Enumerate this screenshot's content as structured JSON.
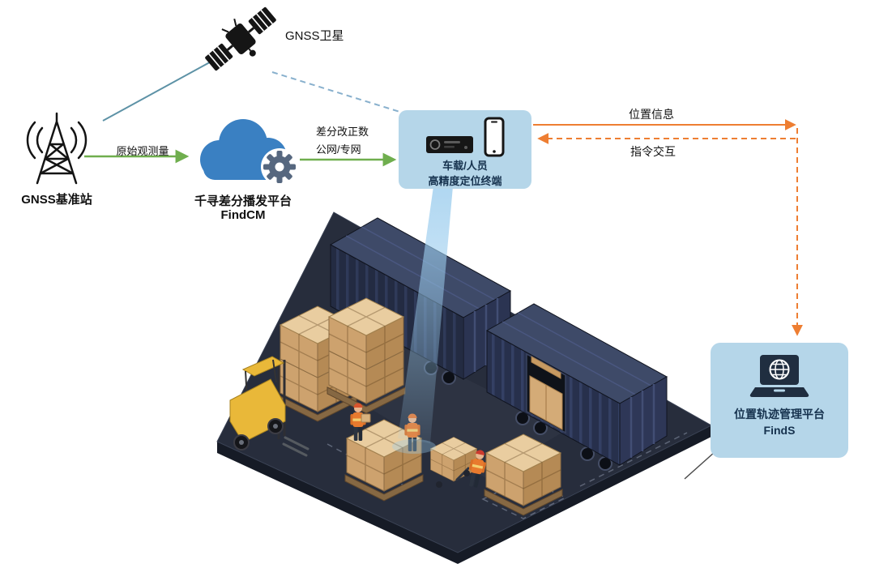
{
  "nodes": {
    "satellite": {
      "label": "GNSS卫星"
    },
    "base_station": {
      "label": "GNSS基准站"
    },
    "cloud_platform": {
      "title": "千寻差分播发平台",
      "subtitle": "FindCM"
    },
    "terminal": {
      "line1": "车载/人员",
      "line2": "高精度定位终端"
    },
    "track_platform": {
      "title": "位置轨迹管理平台",
      "subtitle": "FindS"
    }
  },
  "links": {
    "raw_observation": "原始观测量",
    "correction_line1": "差分改正数",
    "correction_line2": "公网/专网",
    "position_info": "位置信息",
    "command_interaction": "指令交互"
  },
  "icons": {
    "satellite": "gnss-satellite-icon",
    "base_station": "radio-tower-icon",
    "cloud_platform": "cloud-gear-icon",
    "terminal": "receiver-and-smartphone-icons",
    "track_platform": "laptop-globe-icon"
  },
  "colors": {
    "arrow_green": "#6fae4e",
    "arrow_orange": "#ee7e32",
    "satellite_link_solid": "#5d92a6",
    "satellite_link_dashed": "#88b0cd",
    "card_background": "#b5d6e9",
    "card_text": "#16324e",
    "cloud_blue": "#3a80c2",
    "gear_gray_blue": "#56677f",
    "scene_platform": "#272d3c",
    "container_navy": "#232b42",
    "crate_tan": "#cda26e",
    "forklift_yellow": "#e9b839",
    "beam_blue": "#9ccdee"
  }
}
